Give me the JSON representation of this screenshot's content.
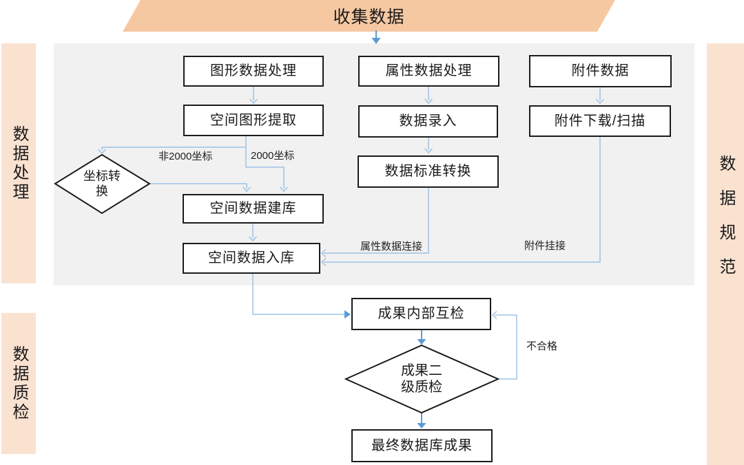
{
  "banner": {
    "label": "收集数据"
  },
  "sidebars": {
    "left_top": "数据处理",
    "left_bottom": "数据质检",
    "right": "数据规范"
  },
  "nodes": {
    "graphic_processing": "图形数据处理",
    "attribute_processing": "属性数据处理",
    "attachment_data": "附件数据",
    "spatial_extract": "空间图形提取",
    "data_entry": "数据录入",
    "attachment_download": "附件下载/扫描",
    "data_standard_convert": "数据标准转换",
    "coord_transform": "坐标转换",
    "spatial_db_build": "空间数据建库",
    "spatial_db_load": "空间数据入库",
    "internal_check": "成果内部互检",
    "second_level_check": "成果二级质检",
    "final_result": "最终数据库成果"
  },
  "edge_labels": {
    "non_2000": "非2000坐标",
    "is_2000": "2000坐标",
    "attr_link": "属性数据连接",
    "attachment_link": "附件挂接",
    "fail": "不合格"
  },
  "colors": {
    "banner_peach": "#f6c8a2",
    "strip_peach": "#fae2d1",
    "panel_gray": "#f1f1f1",
    "connector_light_blue": "#9dc3e6",
    "connector_blue": "#5b9bd5",
    "shape_border": "#1a1a1a"
  }
}
